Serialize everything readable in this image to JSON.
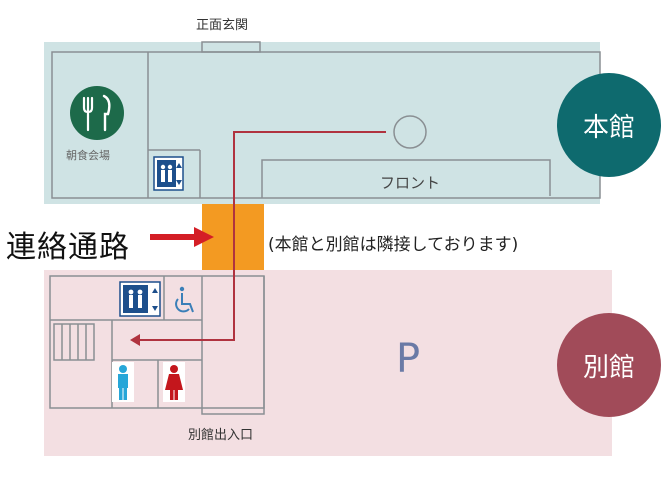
{
  "labels": {
    "main_entrance": "正面玄関",
    "breakfast_hall": "朝食会場",
    "front_desk": "フロント",
    "connector": "連絡通路",
    "connector_note": "(本館と別館は隣接しております)",
    "annex_entrance": "別館出入口",
    "parking": "P"
  },
  "buildings": {
    "main": {
      "name": "本館",
      "color": "#0e6a6e"
    },
    "annex": {
      "name": "別館",
      "color": "#a14b59"
    }
  },
  "icons": [
    "fork-knife-icon",
    "elevator-icon",
    "wheelchair-icon",
    "male-toilet-icon",
    "female-toilet-icon",
    "stairs-icon",
    "parking-icon"
  ],
  "colors": {
    "main_floor": "#cfe3e4",
    "annex_floor": "#f3dfe2",
    "connector": "#f39a22",
    "route": "#b0333f",
    "arrow": "#d41e26",
    "elevator_blue": "#1d4f8c",
    "male_icon": "#27a6d8",
    "female_icon": "#c4161c",
    "restaurant_green": "#1d6a4a"
  }
}
